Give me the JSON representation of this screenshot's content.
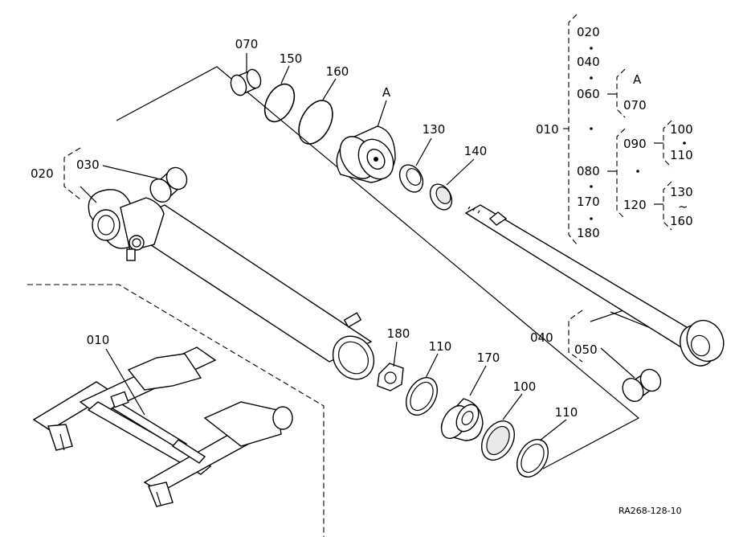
{
  "drawing_id": "RA268-128-10",
  "callouts": {
    "p070": "070",
    "p150": "150",
    "p160": "160",
    "pA": "A",
    "p130": "130",
    "p140": "140",
    "p020": "020",
    "p030": "030",
    "p010": "010",
    "p180": "180",
    "p110a": "110",
    "p170": "170",
    "p100": "100",
    "p110b": "110",
    "p040": "040",
    "p050": "050"
  },
  "legend": {
    "root": "010",
    "col1": [
      "020",
      "040",
      "060",
      "080",
      "170",
      "180"
    ],
    "group060": [
      "A",
      "070"
    ],
    "group080": [
      "090",
      "120"
    ],
    "group090": [
      "100",
      "110"
    ],
    "group120": [
      "130",
      "~",
      "160"
    ]
  }
}
